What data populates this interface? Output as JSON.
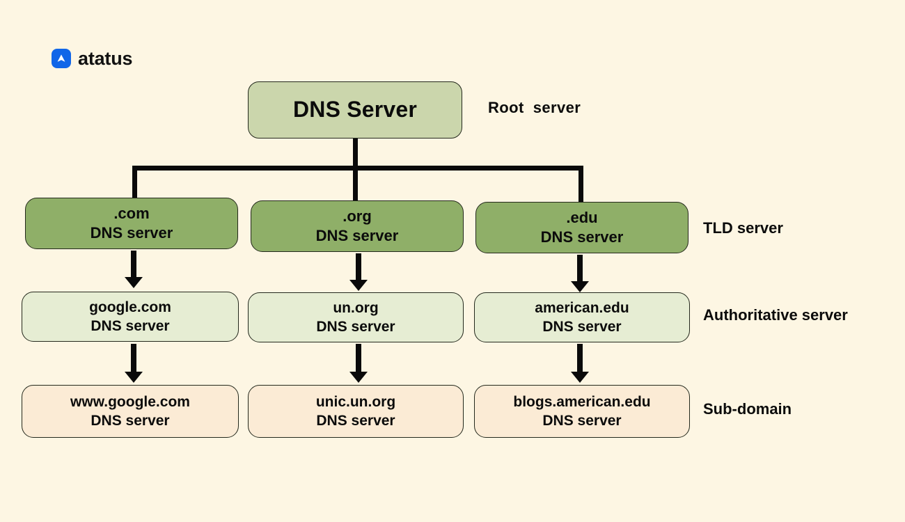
{
  "brand": {
    "name": "atatus",
    "logo_icon": "atatus-triangle-logo",
    "accent_color": "#1066E8"
  },
  "background_color": "#FDF6E3",
  "diagram": {
    "root": {
      "line1": "DNS Server",
      "tier_label": "Root  server",
      "fill": "#CBD6AC"
    },
    "tiers": [
      {
        "id": "tld",
        "tier_label": "TLD server",
        "fill": "#8FAF68",
        "nodes": [
          {
            "line1": ".com",
            "line2": "DNS server"
          },
          {
            "line1": ".org",
            "line2": "DNS server"
          },
          {
            "line1": ".edu",
            "line2": "DNS server"
          }
        ]
      },
      {
        "id": "authoritative",
        "tier_label": "Authoritative server",
        "fill": "#E6EDD3",
        "nodes": [
          {
            "line1": "google.com",
            "line2": "DNS server"
          },
          {
            "line1": "un.org",
            "line2": "DNS server"
          },
          {
            "line1": "american.edu",
            "line2": "DNS server"
          }
        ]
      },
      {
        "id": "subdomain",
        "tier_label": "Sub-domain",
        "fill": "#FBEBD5",
        "nodes": [
          {
            "line1": "www.google.com",
            "line2": "DNS server"
          },
          {
            "line1": "unic.un.org",
            "line2": "DNS server"
          },
          {
            "line1": "blogs.american.edu",
            "line2": "DNS server"
          }
        ]
      }
    ],
    "connector_color": "#0a0a0a",
    "arrow_icon": "down-arrow-icon"
  }
}
